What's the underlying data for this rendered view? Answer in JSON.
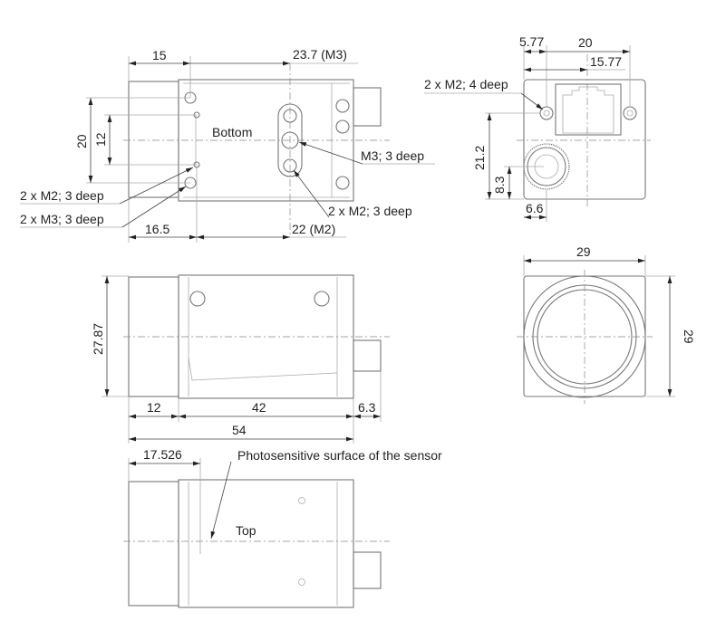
{
  "views": {
    "bottom": {
      "label": "Bottom"
    },
    "top": {
      "label": "Top"
    }
  },
  "dimensions": {
    "bottom_15": "15",
    "bottom_23_7": "23.7 (M3)",
    "bottom_16_5": "16.5",
    "bottom_22": "22 (M2)",
    "bottom_20": "20",
    "bottom_12": "12",
    "back_5_77": "5.77",
    "back_20": "20",
    "back_15_77": "15.77",
    "back_21_2": "21.2",
    "back_8_3": "8.3",
    "back_6_6": "6.6",
    "side_27_87": "27.87",
    "side_12": "12",
    "side_42": "42",
    "side_6_3": "6.3",
    "side_54": "54",
    "front_29_w": "29",
    "front_29_h": "29",
    "top_17_526": "17.526"
  },
  "callouts": {
    "m3_3deep": "M3; 3 deep",
    "m2_3deep_right": "2 x M2; 3 deep",
    "m2_3deep_left": "2 x M2; 3 deep",
    "m3_3deep_left": "2 x M3; 3 deep",
    "m2_4deep": "2 x M2; 4 deep",
    "sensor_surface": "Photosensitive surface of the sensor"
  }
}
